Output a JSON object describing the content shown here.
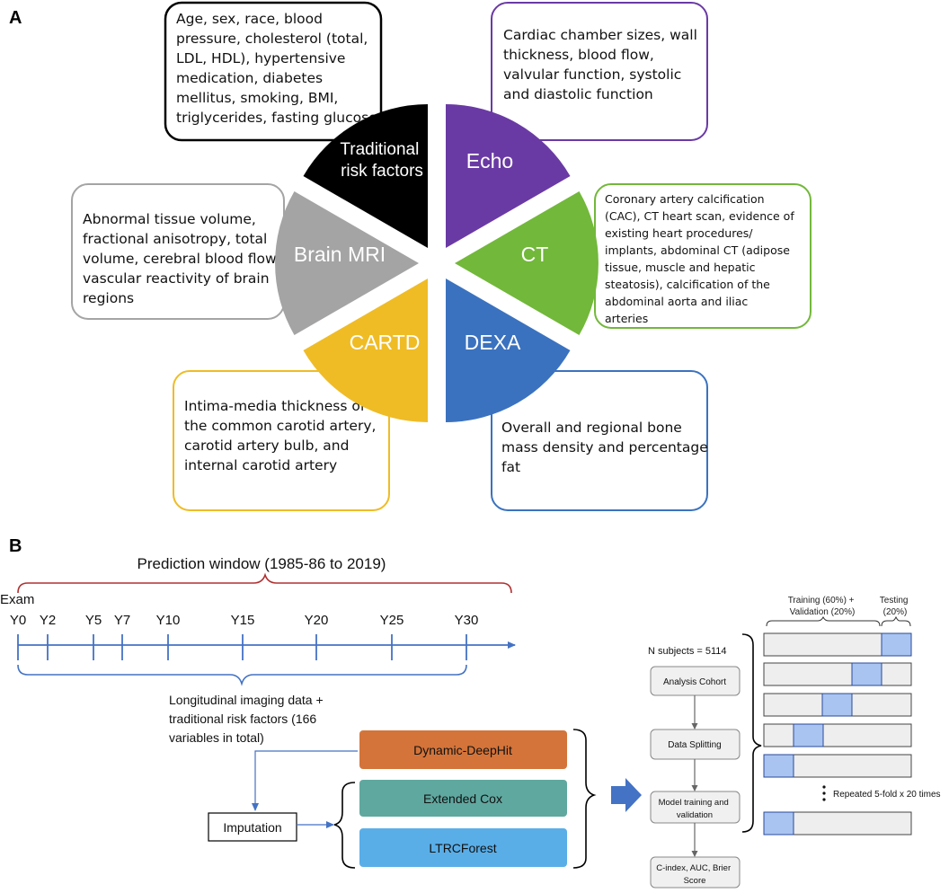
{
  "panel_a": {
    "label": "A",
    "sectors": {
      "traditional": {
        "label_line1": "Traditional",
        "label_line2": "risk factors",
        "color": "#000000"
      },
      "echo": {
        "label": "Echo",
        "color": "#6a3aa4"
      },
      "ct": {
        "label": "CT",
        "color": "#72b83a"
      },
      "dexa": {
        "label": "DEXA",
        "color": "#3b72bf"
      },
      "cartd": {
        "label": "CARTD",
        "color": "#efbc26"
      },
      "brain_mri": {
        "label": "Brain MRI",
        "color": "#a4a4a4"
      }
    },
    "boxes": {
      "traditional": [
        "Age, sex, race, blood",
        "pressure, cholesterol (total,",
        "LDL, HDL), hypertensive",
        "medication, diabetes",
        "mellitus, smoking, BMI,",
        "triglycerides, fasting glucose"
      ],
      "echo": [
        "Cardiac chamber sizes, wall",
        "thickness, blood flow,",
        "valvular function, systolic",
        "and diastolic function"
      ],
      "ct": [
        "Coronary artery calcification",
        "(CAC), CT heart scan, evidence of",
        "existing heart procedures/",
        "implants, abdominal CT (adipose",
        "tissue, muscle and hepatic",
        "steatosis), calcification of the",
        "abdominal aorta and iliac",
        "arteries"
      ],
      "brain_mri": [
        "Abnormal tissue volume,",
        "fractional anisotropy, total",
        "volume, cerebral blood flow,",
        "vascular reactivity of brain",
        "regions"
      ],
      "cartd": [
        "Intima-media thickness of",
        "the common carotid artery,",
        "carotid artery bulb, and",
        "internal carotid artery"
      ],
      "dexa": [
        "Overall and regional bone",
        "mass density and percentage",
        "fat"
      ]
    }
  },
  "panel_b": {
    "label": "B",
    "prediction_window": "Prediction window (1985-86 to 2019)",
    "exam_label": "Exam",
    "exam_years": [
      "Y0",
      "Y2",
      "Y5",
      "Y7",
      "Y10",
      "Y15",
      "Y20",
      "Y25",
      "Y30"
    ],
    "imaging_text": [
      "Longitudinal imaging data +",
      "traditional risk factors (166",
      "variables in total)"
    ],
    "imputation": "Imputation",
    "models": [
      {
        "label": "Dynamic-DeepHit",
        "color": "#d4743a"
      },
      {
        "label": "Extended Cox",
        "color": "#5fa8a0"
      },
      {
        "label": "LTRCForest",
        "color": "#59aee8"
      }
    ],
    "n_subjects": "N subjects = 5114",
    "flow": {
      "analysis_cohort": "Analysis Cohort",
      "data_splitting": "Data Splitting",
      "model_training_line1": "Model training and",
      "model_training_line2": "validation",
      "metrics_line1": "C-index, AUC, Brier",
      "metrics_line2": "Score"
    },
    "cv": {
      "training_line1": "Training (60%) +",
      "training_line2": "Validation (20%)",
      "testing_line1": "Testing",
      "testing_line2": "(20%)",
      "repeated": "Repeated 5-fold x 20 times"
    }
  }
}
